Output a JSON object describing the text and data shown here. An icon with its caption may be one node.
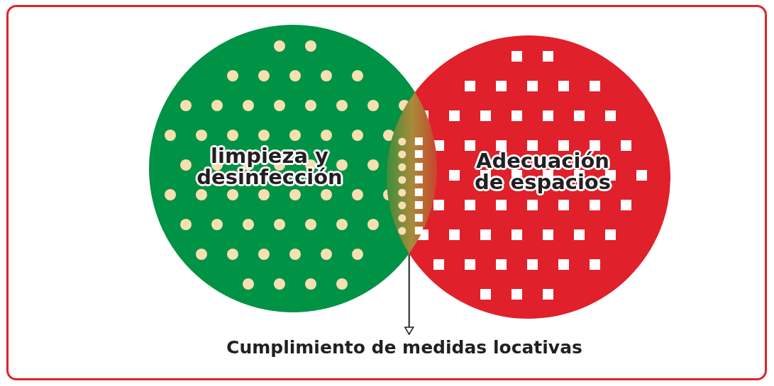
{
  "diagram": {
    "nodes": [
      {
        "text": [
          "limpieza y desinfección"
        ]
      },
      {
        "text": [
          "Adecuación de espacios"
        ]
      },
      {
        "text": [],
        "shape": "lens"
      },
      {
        "text": [
          "Cumplimiento de medidas locativas"
        ]
      }
    ],
    "edges": [
      {
        "from": 2,
        "to": 3,
        "arrow": "to"
      }
    ]
  }
}
